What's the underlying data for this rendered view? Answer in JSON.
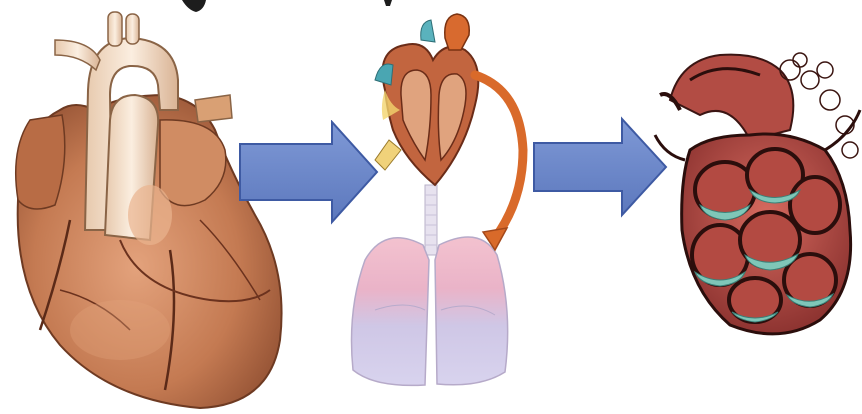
{
  "figure": {
    "stages": [
      {
        "id": "heart",
        "icon": "heart-illustration-icon"
      },
      {
        "id": "heart-and-lungs",
        "icon": "heart-lungs-circulation-icon"
      },
      {
        "id": "alveoli",
        "icon": "alveoli-cluster-icon"
      }
    ],
    "arrows": [
      {
        "from": "heart",
        "to": "heart-and-lungs",
        "color": "#6b87c9"
      },
      {
        "from": "heart-and-lungs",
        "to": "alveoli",
        "color": "#6b87c9"
      }
    ],
    "colors": {
      "arrow_fill": "#6b87c9",
      "arrow_stroke": "#3e5aa3",
      "heart_muscle": "#c9805a",
      "aorta": "#f2d9c2",
      "lungs_pink": "#f0b7c8",
      "lungs_lavender": "#c9c3e3",
      "circulation_arrow": "#d96a2a",
      "alveoli_wall": "#a4453f",
      "alveoli_teal": "#7fc6b8"
    }
  }
}
